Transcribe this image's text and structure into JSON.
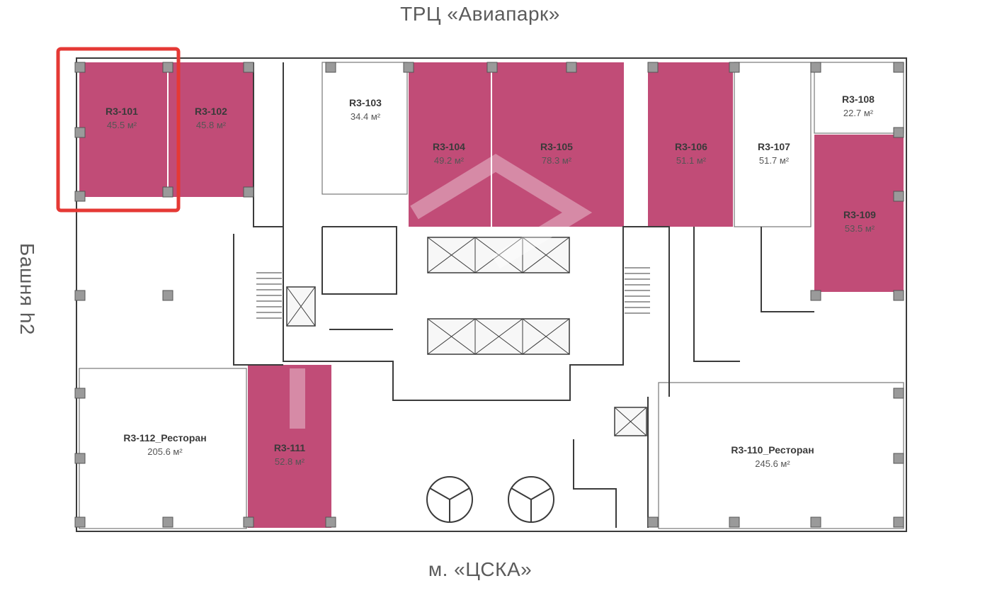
{
  "labels": {
    "top": "ТРЦ «Авиапарк»",
    "bottom": "м. «ЦСКА»",
    "left": "Башня h2"
  },
  "colors": {
    "available": "#c14c77",
    "selected_outline": "#e53935",
    "wall": "#3b3b3b",
    "background": "#ffffff"
  },
  "selected_room": "R3-101",
  "rooms": [
    {
      "id": "R3-101",
      "area": "45.5 м²",
      "available": true
    },
    {
      "id": "R3-102",
      "area": "45.8 м²",
      "available": true
    },
    {
      "id": "R3-103",
      "area": "34.4 м²",
      "available": false
    },
    {
      "id": "R3-104",
      "area": "49.2 м²",
      "available": true
    },
    {
      "id": "R3-105",
      "area": "78.3 м²",
      "available": true
    },
    {
      "id": "R3-106",
      "area": "51.1 м²",
      "available": true
    },
    {
      "id": "R3-107",
      "area": "51.7 м²",
      "available": false
    },
    {
      "id": "R3-108",
      "area": "22.7 м²",
      "available": false
    },
    {
      "id": "R3-109",
      "area": "53.5 м²",
      "available": true
    },
    {
      "id": "R3-110_Ресторан",
      "area": "245.6 м²",
      "available": false
    },
    {
      "id": "R3-111",
      "area": "52.8 м²",
      "available": true
    },
    {
      "id": "R3-112_Ресторан",
      "area": "205.6 м²",
      "available": false
    }
  ]
}
